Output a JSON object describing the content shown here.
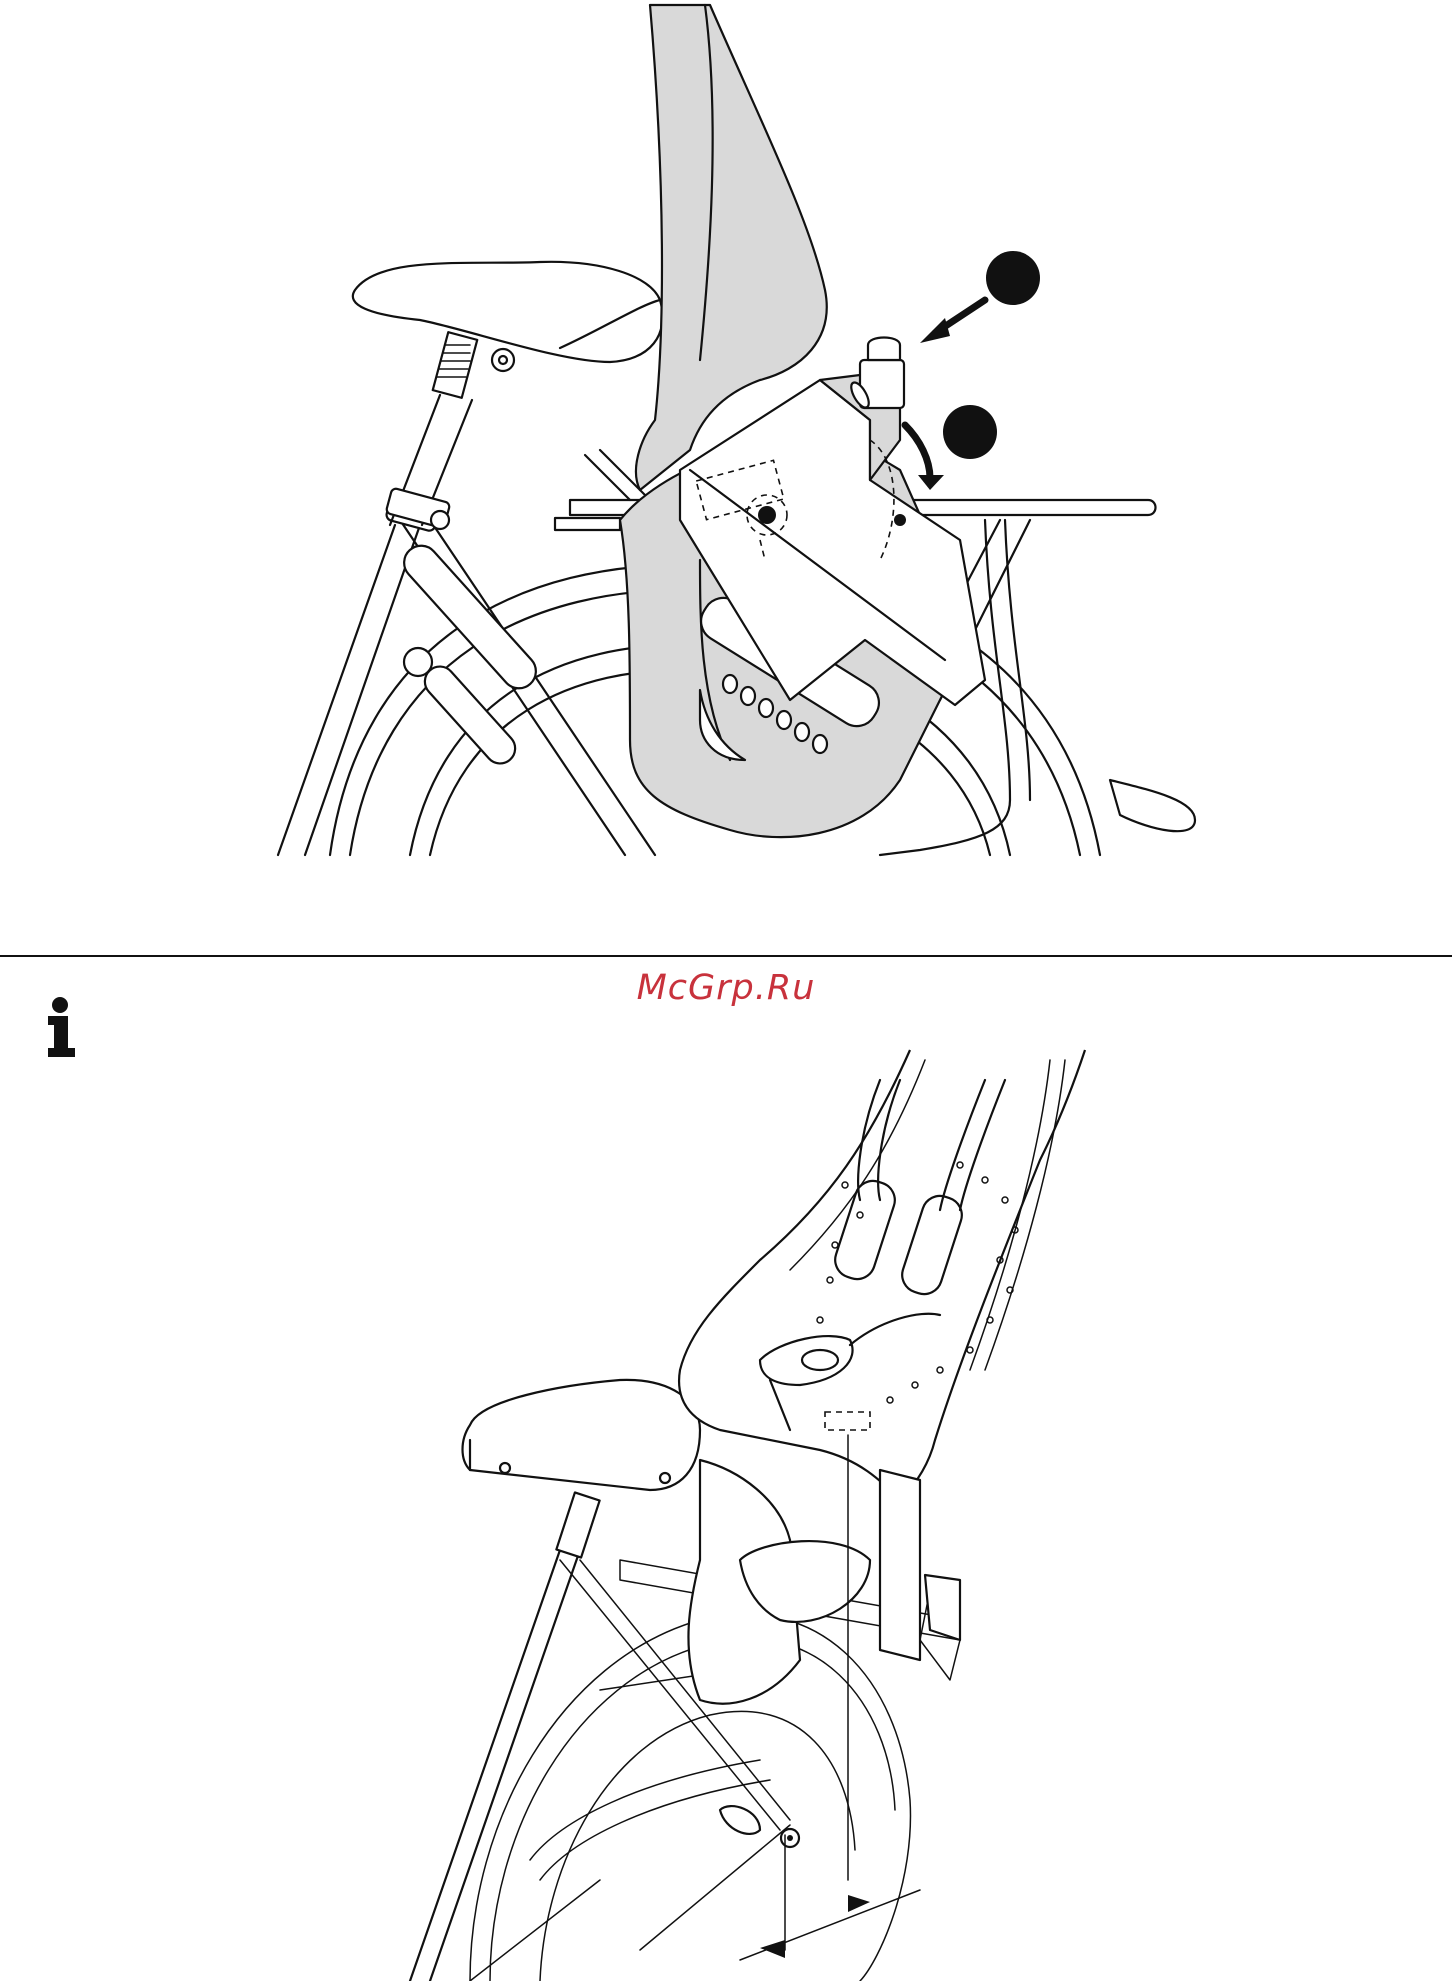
{
  "watermark": {
    "text": "McGrp.Ru",
    "color": "#c8323c"
  },
  "icons": {
    "info": "info-icon",
    "step_markers": [
      "step-marker-1",
      "step-marker-2"
    ]
  },
  "colors": {
    "line": "#111111",
    "seat_fill": "#d9d9d9",
    "background": "#ffffff"
  }
}
